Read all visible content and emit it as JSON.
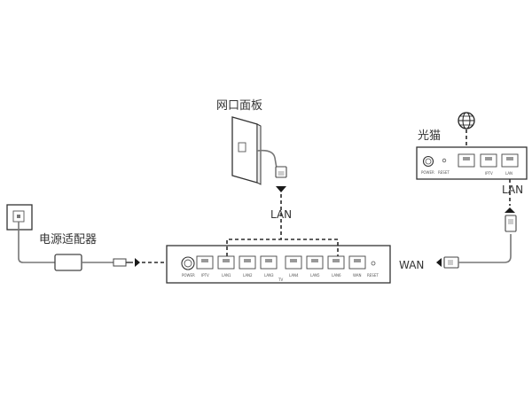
{
  "labels": {
    "wall_panel": "网口面板",
    "power_adapter": "电源适配器",
    "modem": "光猫",
    "lan_top": "LAN",
    "lan_modem": "LAN",
    "wan_router": "WAN"
  },
  "modem_ports": {
    "power": "POWER",
    "reset": "RESET",
    "iptv": "IPTV",
    "lan": "LAN"
  },
  "router_ports": {
    "power": "POWER",
    "iptv": "IPTV",
    "lan1": "LAN1",
    "lan2": "LAN2",
    "lan3": "LAN3",
    "lan4": "LAN4",
    "lan5": "LAN5",
    "lan6": "LAN6",
    "wan": "WAN",
    "reset": "RESET",
    "group": "TV"
  },
  "icons": [
    "globe-icon",
    "arrow-icon"
  ]
}
